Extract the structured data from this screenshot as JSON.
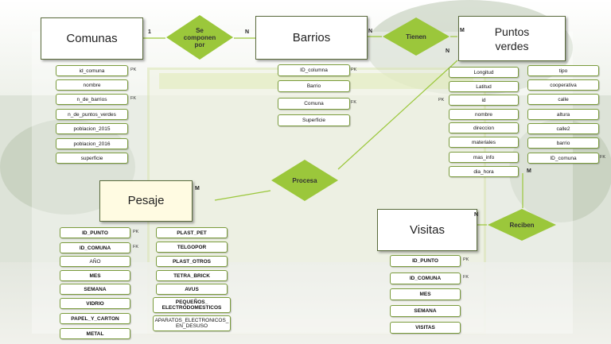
{
  "entities": {
    "comunas": "Comunas",
    "barrios": "Barrios",
    "puntos_verdes": "Puntos\nverdes",
    "pesaje": "Pesaje",
    "visitas": "Visitas"
  },
  "relations": {
    "se_componen": "Se\ncomponen\npor",
    "tienen": "Tienen",
    "procesa": "Procesa",
    "reciben": "Reciben"
  },
  "cardinality": {
    "comunas_1": "1",
    "barrios_n_left": "N",
    "barrios_n_right": "N",
    "puntos_m_top": "M",
    "puntos_n_side": "N",
    "puntos_m_bottom": "M",
    "pesaje_m": "M",
    "visitas_n": "N"
  },
  "comunas_attrs": [
    "id_comuna",
    "nombre",
    "n_de_barrios",
    "n_de_puntos_verdes",
    "poblacion_2015",
    "poblacion_2016",
    "superficie"
  ],
  "comunas_keys": {
    "pk": "PK",
    "fk": "FK"
  },
  "barrios_attrs": [
    "ID_columna",
    "Barrio",
    "Comuna",
    "Superficie"
  ],
  "barrios_keys": {
    "pk": "PK",
    "fk": "FK"
  },
  "puntos_attrs_left": [
    "Longitud",
    "Latitud",
    "id",
    "nombre",
    "direccion",
    "materiales",
    "mas_info",
    "dia_hora"
  ],
  "puntos_attrs_right": [
    "tipo",
    "cooperativa",
    "calle",
    "altura",
    "calle2",
    "barrio",
    "ID_comuna"
  ],
  "puntos_keys": {
    "pk": "PK",
    "fk": "FK"
  },
  "pesaje_attrs_left": [
    "ID_PUNTO",
    "ID_COMUNA",
    "AÑO",
    "MES",
    "SEMANA",
    "VIDRIO",
    "PAPEL_Y_CARTON",
    "METAL"
  ],
  "pesaje_attrs_right": [
    "PLAST_PET",
    "TELGOPOR",
    "PLAST_OTROS",
    "TETRA_BRICK",
    "AVUS",
    "PEQUEÑOS_\nELECTRODOMESTICOS",
    "APARATOS_ELECTRONICOS_\nEN_DESUSO"
  ],
  "pesaje_keys": {
    "pk": "PK",
    "fk": "FK"
  },
  "visitas_attrs": [
    "ID_PUNTO",
    "ID_COMUNA",
    "MES",
    "SEMANA",
    "VISITAS"
  ],
  "visitas_keys": {
    "pk": "PK",
    "fk": "FK"
  },
  "colors": {
    "diamond": "#9bc73b",
    "border": "#7a9b3c",
    "line": "#9bc73b"
  }
}
